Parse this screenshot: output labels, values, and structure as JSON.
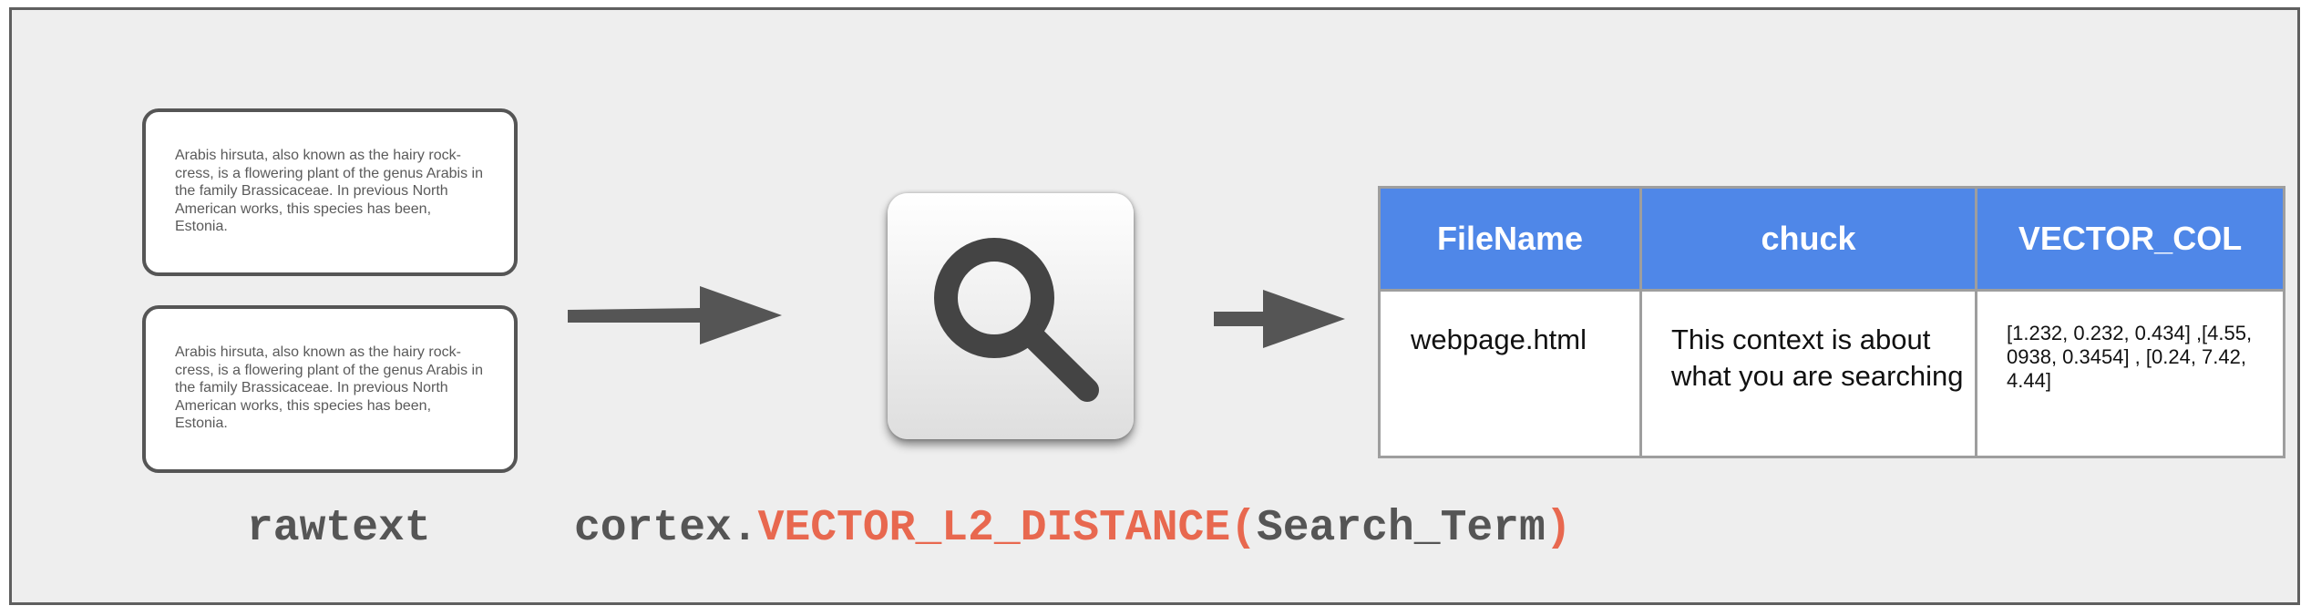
{
  "text_cards": [
    {
      "text": "Arabis hirsuta, also known as the hairy rock-cress, is a flowering plant of the genus Arabis in the family Brassicaceae. In previous North American works, this species has been, Estonia."
    },
    {
      "text": "Arabis hirsuta, also known as the hairy rock-cress, is a flowering plant of the genus Arabis in the family Brassicaceae. In previous North American works, this species has been, Estonia."
    }
  ],
  "labels": {
    "rawtext": "rawtext",
    "function_prefix": "cortex.",
    "function_name": "VECTOR_L2_DISTANCE",
    "paren_open": "(",
    "argument": "Search_Term",
    "paren_close": ")"
  },
  "table": {
    "headers": [
      "FileName",
      "chuck",
      "VECTOR_COL"
    ],
    "row": [
      "webpage.html",
      "This context is about what you are searching",
      "[1.232, 0.232, 0.434] ,[4.55, 0938, 0.3454] , [0.24, 7.42, 4.44]"
    ]
  },
  "colors": {
    "header_bg": "#4f87e8",
    "accent": "#e8684f",
    "arrow": "#555555",
    "frame_bg": "#eeeeee"
  },
  "icons": {
    "search": "search-icon"
  }
}
